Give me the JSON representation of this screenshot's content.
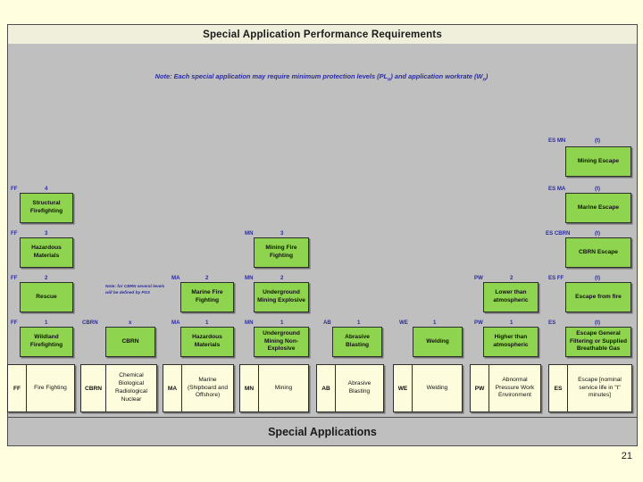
{
  "slide": {
    "title": "Special Application Performance Requirements",
    "footer": "Special Applications",
    "page_number": "21",
    "note": "Note: Each special application may require minimum protection levels (PL",
    "note_sub1": "n",
    "note_mid": ") and application workrate (W",
    "note_sub2": "n",
    "note_end": ")",
    "cbrn_note": "Note: for CBRN several levels will be defined by PG3"
  },
  "colors": {
    "page_background": "#FFFFE0",
    "panel_background": "#BFBFBF",
    "title_background": "#EFEFDC",
    "green_box": "#8FD44E",
    "app_box": "#FDFDDD",
    "label_blue": "#2B2B9E",
    "border": "#2E2E2E"
  },
  "applications": [
    {
      "abbr": "FF",
      "name": "Fire Fighting"
    },
    {
      "abbr": "CBRN",
      "name": "Chemical Biological Radiological Nuclear"
    },
    {
      "abbr": "MA",
      "name": "Marine (Shipboard and Offshore)"
    },
    {
      "abbr": "MN",
      "name": "Mining"
    },
    {
      "abbr": "AB",
      "name": "Abrasive Blasting"
    },
    {
      "abbr": "WE",
      "name": "Welding"
    },
    {
      "abbr": "PW",
      "name": "Abnormal Pressure Work Environment"
    },
    {
      "abbr": "ES",
      "name": "Escape [nominal service life in \"t\" minutes]"
    }
  ],
  "requirements": [
    {
      "code": "FF",
      "level": "4",
      "label": "Structural Firefighting"
    },
    {
      "code": "FF",
      "level": "3",
      "label": "Hazardous Materials"
    },
    {
      "code": "FF",
      "level": "2",
      "label": "Rescue"
    },
    {
      "code": "FF",
      "level": "1",
      "label": "Wildland Firefighting"
    },
    {
      "code": "CBRN",
      "level": "x",
      "label": "CBRN"
    },
    {
      "code": "MA",
      "level": "2",
      "label": "Marine Fire Fighting"
    },
    {
      "code": "MA",
      "level": "1",
      "label": "Hazardous Materials"
    },
    {
      "code": "MN",
      "level": "3",
      "label": "Mining Fire Fighting"
    },
    {
      "code": "MN",
      "level": "2",
      "label": "Underground Mining Explosive"
    },
    {
      "code": "MN",
      "level": "1",
      "label": "Underground Mining Non-Explosive"
    },
    {
      "code": "AB",
      "level": "1",
      "label": "Abrasive Blasting"
    },
    {
      "code": "WE",
      "level": "1",
      "label": "Welding"
    },
    {
      "code": "PW",
      "level": "2",
      "label": "Lower than atmospheric"
    },
    {
      "code": "PW",
      "level": "1",
      "label": "Higher than atmospheric"
    },
    {
      "code": "ES MN",
      "level": "(t)",
      "label": "Mining Escape"
    },
    {
      "code": "ES MA",
      "level": "(t)",
      "label": "Marine Escape"
    },
    {
      "code": "ES CBRN",
      "level": "(t)",
      "label": "CBRN Escape"
    },
    {
      "code": "ES FF",
      "level": "(t)",
      "label": "Escape from fire"
    },
    {
      "code": "ES",
      "level": "(t)",
      "label": "Escape General Filtering or Supplied Breathable Gas"
    }
  ]
}
